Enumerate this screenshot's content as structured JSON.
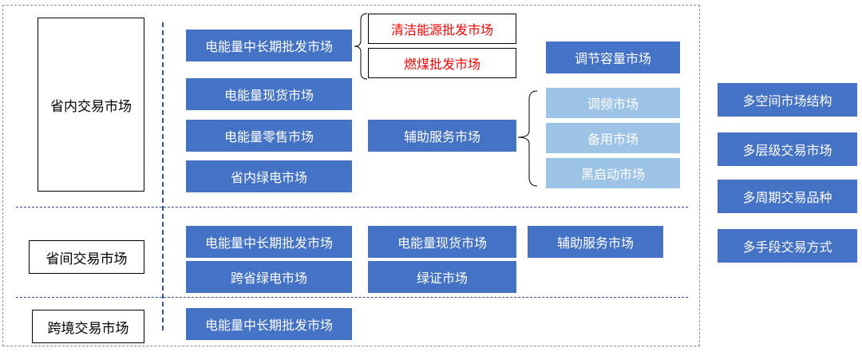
{
  "categories": {
    "in_province": "省内交易市场",
    "inter_province": "省间交易市场",
    "cross_border": "跨境交易市场"
  },
  "in_province": {
    "mid_long_term": "电能量中长期批发市场",
    "clean_energy": "清洁能源批发市场",
    "coal": "燃煤批发市场",
    "spot": "电能量现货市场",
    "retail": "电能量零售市场",
    "green": "省内绿电市场",
    "ancillary": "辅助服务市场",
    "capacity": "调节容量市场",
    "frequency": "调频市场",
    "reserve": "备用市场",
    "black_start": "黑启动市场"
  },
  "inter_province": {
    "mid_long_term": "电能量中长期批发市场",
    "spot": "电能量现货市场",
    "ancillary": "辅助服务市场",
    "green": "跨省绿电市场",
    "certificate": "绿证市场"
  },
  "cross_border": {
    "mid_long_term": "电能量中长期批发市场"
  },
  "features": [
    "多空间市场结构",
    "多层级交易市场",
    "多周期交易品种",
    "多手段交易方式"
  ],
  "colors": {
    "dark_box": "#4472c4",
    "light_box": "#9dc3e6",
    "red_text": "#ff0000",
    "separator": "#2f5597"
  }
}
